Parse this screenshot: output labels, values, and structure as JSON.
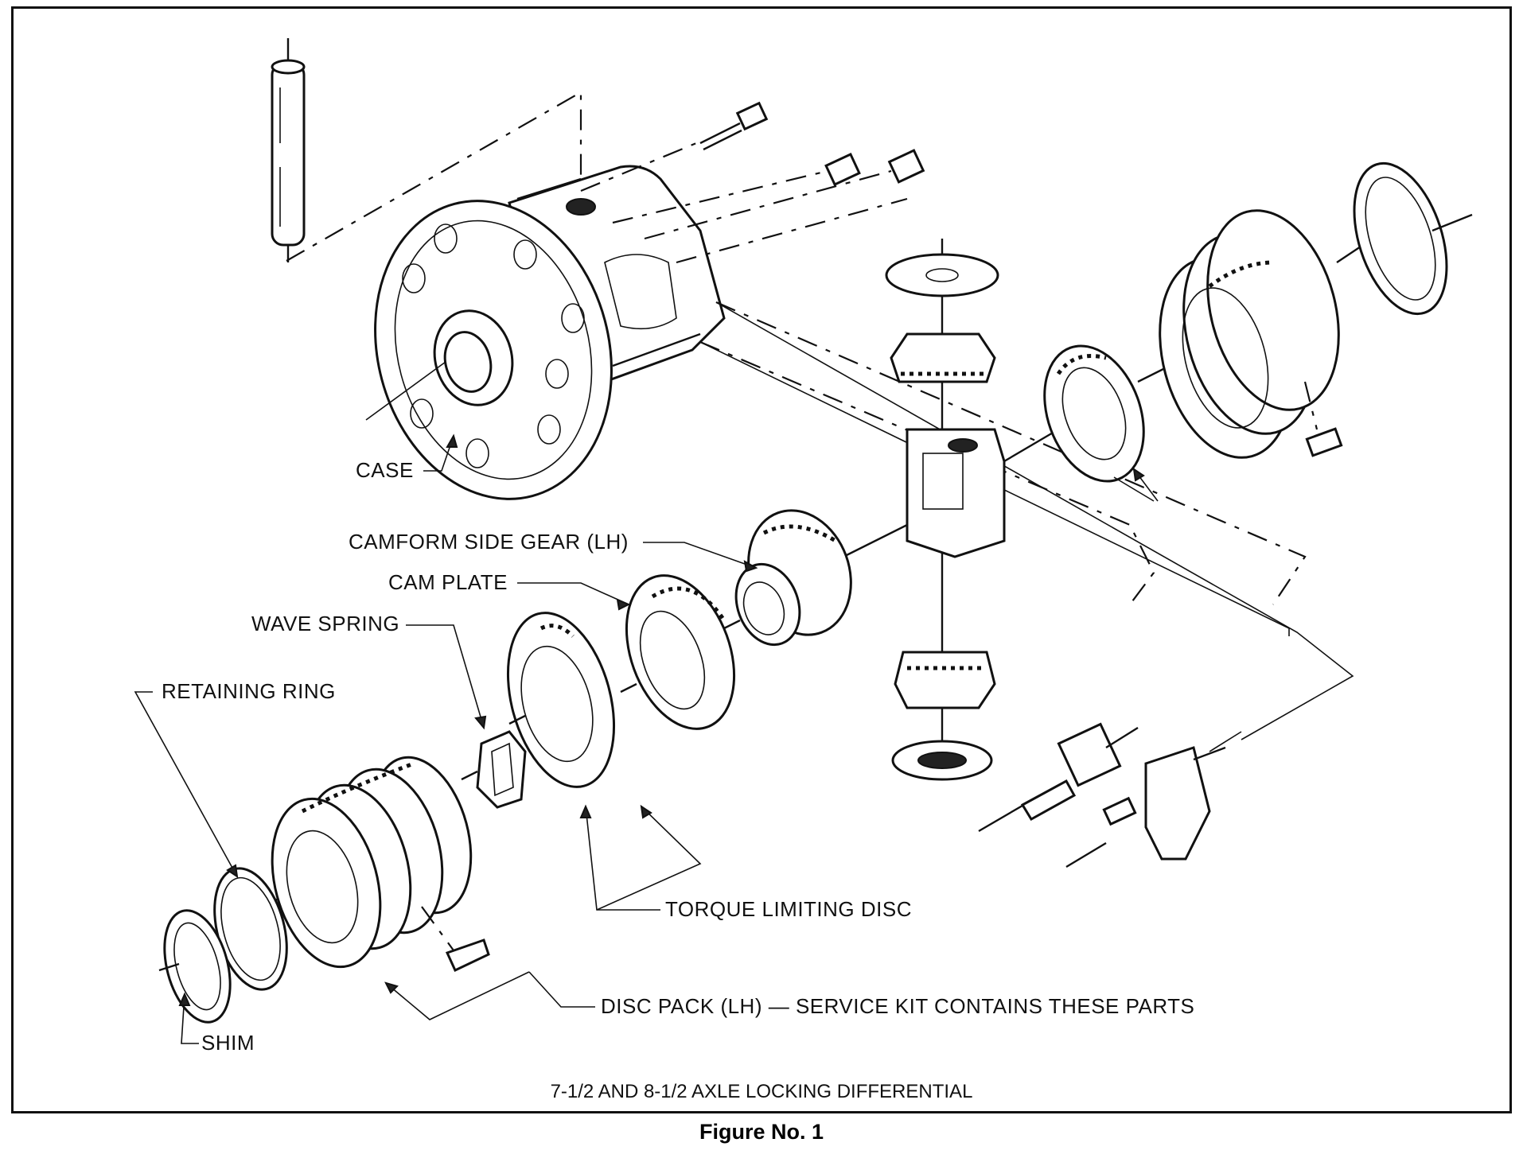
{
  "labels": {
    "case": "CASE",
    "camform_side_gear": "CAMFORM SIDE GEAR (LH)",
    "cam_plate": "CAM PLATE",
    "wave_spring": "WAVE SPRING",
    "retaining_ring": "RETAINING RING",
    "torque_limiting_disc": "TORQUE LIMITING DISC",
    "disc_pack": "DISC PACK (LH) — SERVICE KIT CONTAINS THESE PARTS",
    "shim": "SHIM"
  },
  "caption": "7-1/2 AND 8-1/2 AXLE LOCKING DIFFERENTIAL",
  "figure_number": "Figure No. 1"
}
